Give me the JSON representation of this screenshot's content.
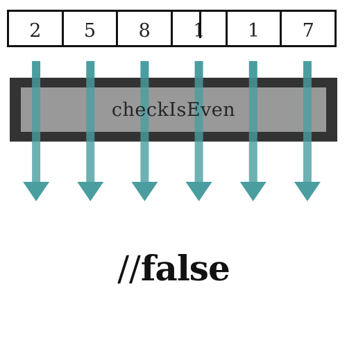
{
  "array": {
    "values": [
      "2",
      "5",
      "8",
      "1",
      "1",
      "7"
    ]
  },
  "function": {
    "label": "checkIsEven"
  },
  "result": {
    "prefix": "//",
    "value": "false"
  },
  "colors": {
    "arrow": "#4a9ea0",
    "box_border": "#333333",
    "box_fill": "#999999",
    "text": "#111111"
  }
}
